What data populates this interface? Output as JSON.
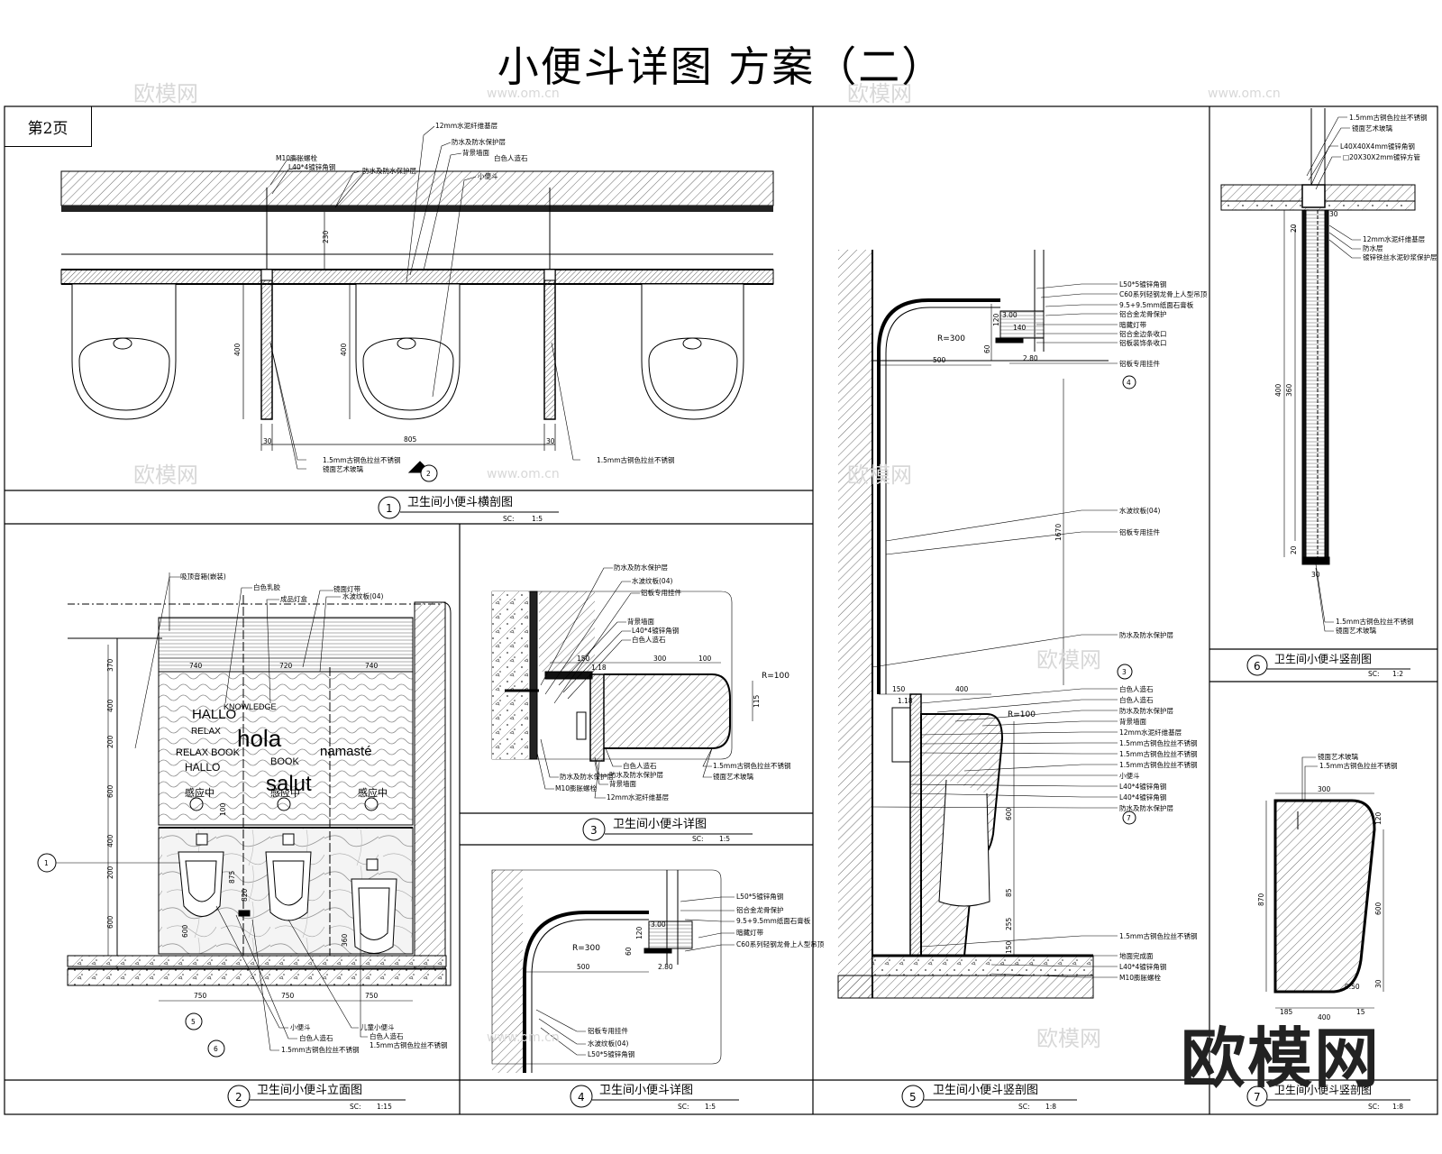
{
  "sheet_title": "小便斗详图 方案（二）",
  "page_tag": "第2页",
  "watermark": "欧模网",
  "faint_watermarks": [
    "欧模网",
    "www.om.cn"
  ],
  "panels": [
    {
      "num": "1",
      "title": "卫生间小便斗横剖图",
      "scale_label": "SC:",
      "scale": "1:5"
    },
    {
      "num": "2",
      "title": "卫生间小便斗立面图",
      "scale_label": "SC:",
      "scale": "1:15"
    },
    {
      "num": "3",
      "title": "卫生间小便斗详图",
      "scale_label": "SC:",
      "scale": "1:5"
    },
    {
      "num": "4",
      "title": "卫生间小便斗详图",
      "scale_label": "SC:",
      "scale": "1:5"
    },
    {
      "num": "5",
      "title": "卫生间小便斗竖剖图",
      "scale_label": "SC:",
      "scale": "1:8"
    },
    {
      "num": "6",
      "title": "卫生间小便斗竖剖图",
      "scale_label": "SC:",
      "scale": "1:2"
    },
    {
      "num": "7",
      "title": "卫生间小便斗竖剖图",
      "scale_label": "SC:",
      "scale": "1:8"
    }
  ],
  "p1": {
    "notes": [
      "12mm水泥纤维基层",
      "防水及防水保护层",
      "背景墙面",
      "M10膨胀螺栓",
      "L40*4镀锌角钢",
      "防水及防水保护层",
      "白色人造石",
      "小便斗"
    ],
    "bottom_notes": [
      "1.5mm古铜色拉丝不锈钢",
      "镜面艺术玻璃",
      "1.5mm古铜色拉丝不锈钢"
    ],
    "dims": [
      "230",
      "400",
      "400",
      "30",
      "805",
      "30"
    ],
    "section_mark": "2"
  },
  "p2": {
    "notes": [
      "吸顶音箱(嵌装)",
      "白色乳胶",
      "成品灯盒",
      "镜面灯带",
      "水波纹板(04)"
    ],
    "bottom_notes": [
      "小便斗",
      "白色人造石",
      "儿童小便斗",
      "白色人造石",
      "1.5mm古铜色拉丝不锈钢",
      "1.5mm古铜色拉丝不锈钢"
    ],
    "glass_words": [
      "HALLO",
      "hola",
      "salut",
      "namasté",
      "RELAX",
      "BOOK",
      "KNOWLEDGE",
      "RELAX BOOK",
      "HALLO"
    ],
    "sensor_labels": [
      "感应中",
      "感应中",
      "感应中"
    ],
    "top_dims": [
      "740",
      "720",
      "740"
    ],
    "side_dims": [
      "370",
      "400",
      "200",
      "600",
      "400",
      "200",
      "600"
    ],
    "inner_dims": [
      "600",
      "875",
      "820",
      "360",
      "100"
    ],
    "bottom_dims": [
      "750",
      "750",
      "750"
    ],
    "marks": [
      "1",
      "5",
      "6"
    ]
  },
  "p3": {
    "notes": [
      "防水及防水保护层",
      "水波纹板(04)",
      "铝板专用挂件",
      "背景墙面",
      "L40*4镀锌角钢",
      "白色人造石"
    ],
    "bottom_notes": [
      "防水及防水保护层",
      "M10膨胀螺栓",
      "白色人造石",
      "防水及防水保护层",
      "背景墙面",
      "12mm水泥纤维基层",
      "1.5mm古铜色拉丝不锈钢",
      "镜面艺术玻璃"
    ],
    "dims": [
      "150",
      "1.18",
      "300",
      "100",
      "R=100",
      "115"
    ]
  },
  "p4": {
    "notes": [
      "L50*5镀锌角钢",
      "铝合金龙骨保护",
      "9.5+9.5mm纸面石膏板",
      "暗藏灯带",
      "C60系列轻钢龙骨上人型吊顶"
    ],
    "bottom_notes": [
      "铝板专用挂件",
      "水波纹板(04)",
      "L50*5镀锌角钢"
    ],
    "dims": [
      "3.00",
      "120",
      "60",
      "R=300",
      "500",
      "2.80"
    ]
  },
  "p5": {
    "notes": [
      "L50*5镀锌角钢",
      "C60系列轻钢龙骨上人型吊顶",
      "9.5+9.5mm纸面石膏板",
      "铝合金龙骨保护",
      "暗藏灯带",
      "铝合金边条收口",
      "铝板装饰条收口",
      "铝板专用挂件"
    ],
    "mid_notes": [
      "水波纹板(04)",
      "铝板专用挂件",
      "防水及防水保护层"
    ],
    "lower_notes": [
      "白色人造石",
      "白色人造石",
      "防水及防水保护层",
      "背景墙面",
      "12mm水泥纤维基层",
      "1.5mm古铜色拉丝不锈钢",
      "1.5mm古铜色拉丝不锈钢",
      "1.5mm古铜色拉丝不锈钢",
      "小便斗",
      "L40*4镀锌角钢",
      "L40*4镀锌角钢",
      "防水及防水保护层"
    ],
    "bottom_notes": [
      "1.5mm古铜色拉丝不锈钢",
      "地面完成面",
      "L40*4镀锌角钢",
      "M10膨胀螺栓"
    ],
    "dims": [
      "3.00",
      "120",
      "140",
      "60",
      "R=300",
      "500",
      "2.80",
      "1670",
      "150",
      "400",
      "1.18",
      "R=100",
      "600",
      "85",
      "255",
      "150"
    ],
    "marks": [
      "4",
      "3",
      "7"
    ]
  },
  "p6": {
    "notes": [
      "1.5mm古铜色拉丝不锈钢",
      "镜面艺术玻璃",
      "L40X40X4mm镀锌角钢",
      "□20X30X2mm镀锌方管",
      "12mm水泥纤维基层",
      "防水层",
      "镀锌铁丝水泥砂浆保护层"
    ],
    "bottom_notes": [
      "1.5mm古铜色拉丝不锈钢",
      "镜面艺术玻璃"
    ],
    "dims": [
      "20",
      "400",
      "360",
      "20",
      "30",
      "30"
    ]
  },
  "p7": {
    "notes": [
      "镜面艺术玻璃",
      "1.5mm古铜色拉丝不锈钢"
    ],
    "dims": [
      "300",
      "120",
      "870",
      "600",
      "30",
      "0.50",
      "185",
      "400",
      "15"
    ]
  }
}
